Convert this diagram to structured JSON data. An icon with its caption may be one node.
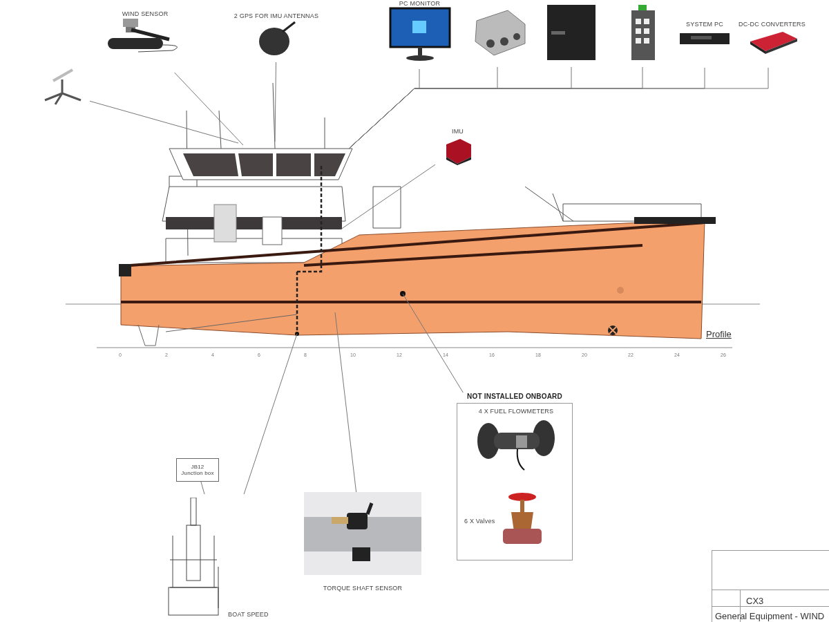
{
  "diagram": {
    "nodes": [
      {
        "text": [
          "WIND SENSOR"
        ]
      },
      {
        "text": [
          "2 GPS FOR IMU ANTENNAS"
        ]
      },
      {
        "text": [],
        "shape": "picture"
      },
      {
        "text": [
          "PC MONITOR"
        ]
      },
      {
        "text": [],
        "shape": "picture"
      },
      {
        "text": [],
        "shape": "picture"
      },
      {
        "text": [],
        "shape": "picture"
      },
      {
        "text": [
          "SYSTEM PC"
        ]
      },
      {
        "text": [
          "DC-DC CONVERTERS"
        ]
      },
      {
        "text": [
          "IMU"
        ]
      },
      {
        "text": [
          "NOT INSTALLED ONBOARD"
        ]
      },
      {
        "text": [
          "4 X FUEL FLOWMETERS"
        ],
        "in": 10
      },
      {
        "text": [
          "6 X Valves"
        ],
        "in": 10
      },
      {
        "text": [
          "TORQUE SHAFT SENSOR"
        ]
      },
      {
        "text": [
          "BOAT SPEED"
        ]
      },
      {
        "text": [
          "JB12",
          "Junction box"
        ]
      }
    ],
    "edges": [
      {
        "from": 2,
        "to": null,
        "arrow": "none"
      },
      {
        "from": 0,
        "to": null,
        "arrow": "none"
      },
      {
        "from": 1,
        "to": null,
        "arrow": "none"
      },
      {
        "from": 3,
        "to": null,
        "arrow": "none"
      },
      {
        "from": 4,
        "to": null,
        "arrow": "none"
      },
      {
        "from": 5,
        "to": null,
        "arrow": "none"
      },
      {
        "from": 6,
        "to": null,
        "arrow": "none"
      },
      {
        "from": 7,
        "to": null,
        "arrow": "none"
      },
      {
        "from": 8,
        "to": null,
        "arrow": "none"
      },
      {
        "from": 9,
        "to": null,
        "arrow": "none"
      },
      {
        "from": 10,
        "to": null,
        "arrow": "none"
      },
      {
        "from": 13,
        "to": null,
        "arrow": "none"
      },
      {
        "from": 14,
        "to": null,
        "arrow": "none"
      },
      {
        "from": 15,
        "to": 14,
        "arrow": "none"
      }
    ],
    "labels": [
      "Profile",
      "0",
      "2",
      "4",
      "6",
      "8",
      "10",
      "12",
      "14",
      "16",
      "18",
      "20",
      "22",
      "24",
      "26",
      "CX3",
      "General Equipment - WIND"
    ]
  }
}
